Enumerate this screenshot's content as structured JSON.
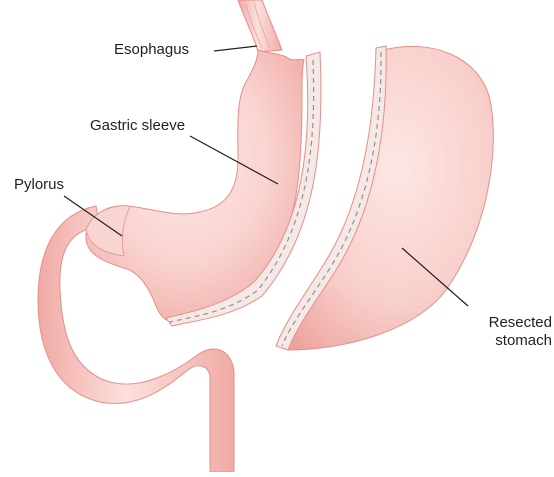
{
  "labels": {
    "esophagus": "Esophagus",
    "gastric_sleeve": "Gastric sleeve",
    "pylorus": "Pylorus",
    "resected_line1": "Resected",
    "resected_line2": "stomach"
  },
  "colors": {
    "tissue_fill": "#f7c7c3",
    "tissue_light": "#fce3e0",
    "tissue_outline": "#e48f8a",
    "staple_strip": "#f4e9e6",
    "staple_marks": "#9a8f8c",
    "leader_line": "#231f20",
    "text": "#231f20"
  }
}
